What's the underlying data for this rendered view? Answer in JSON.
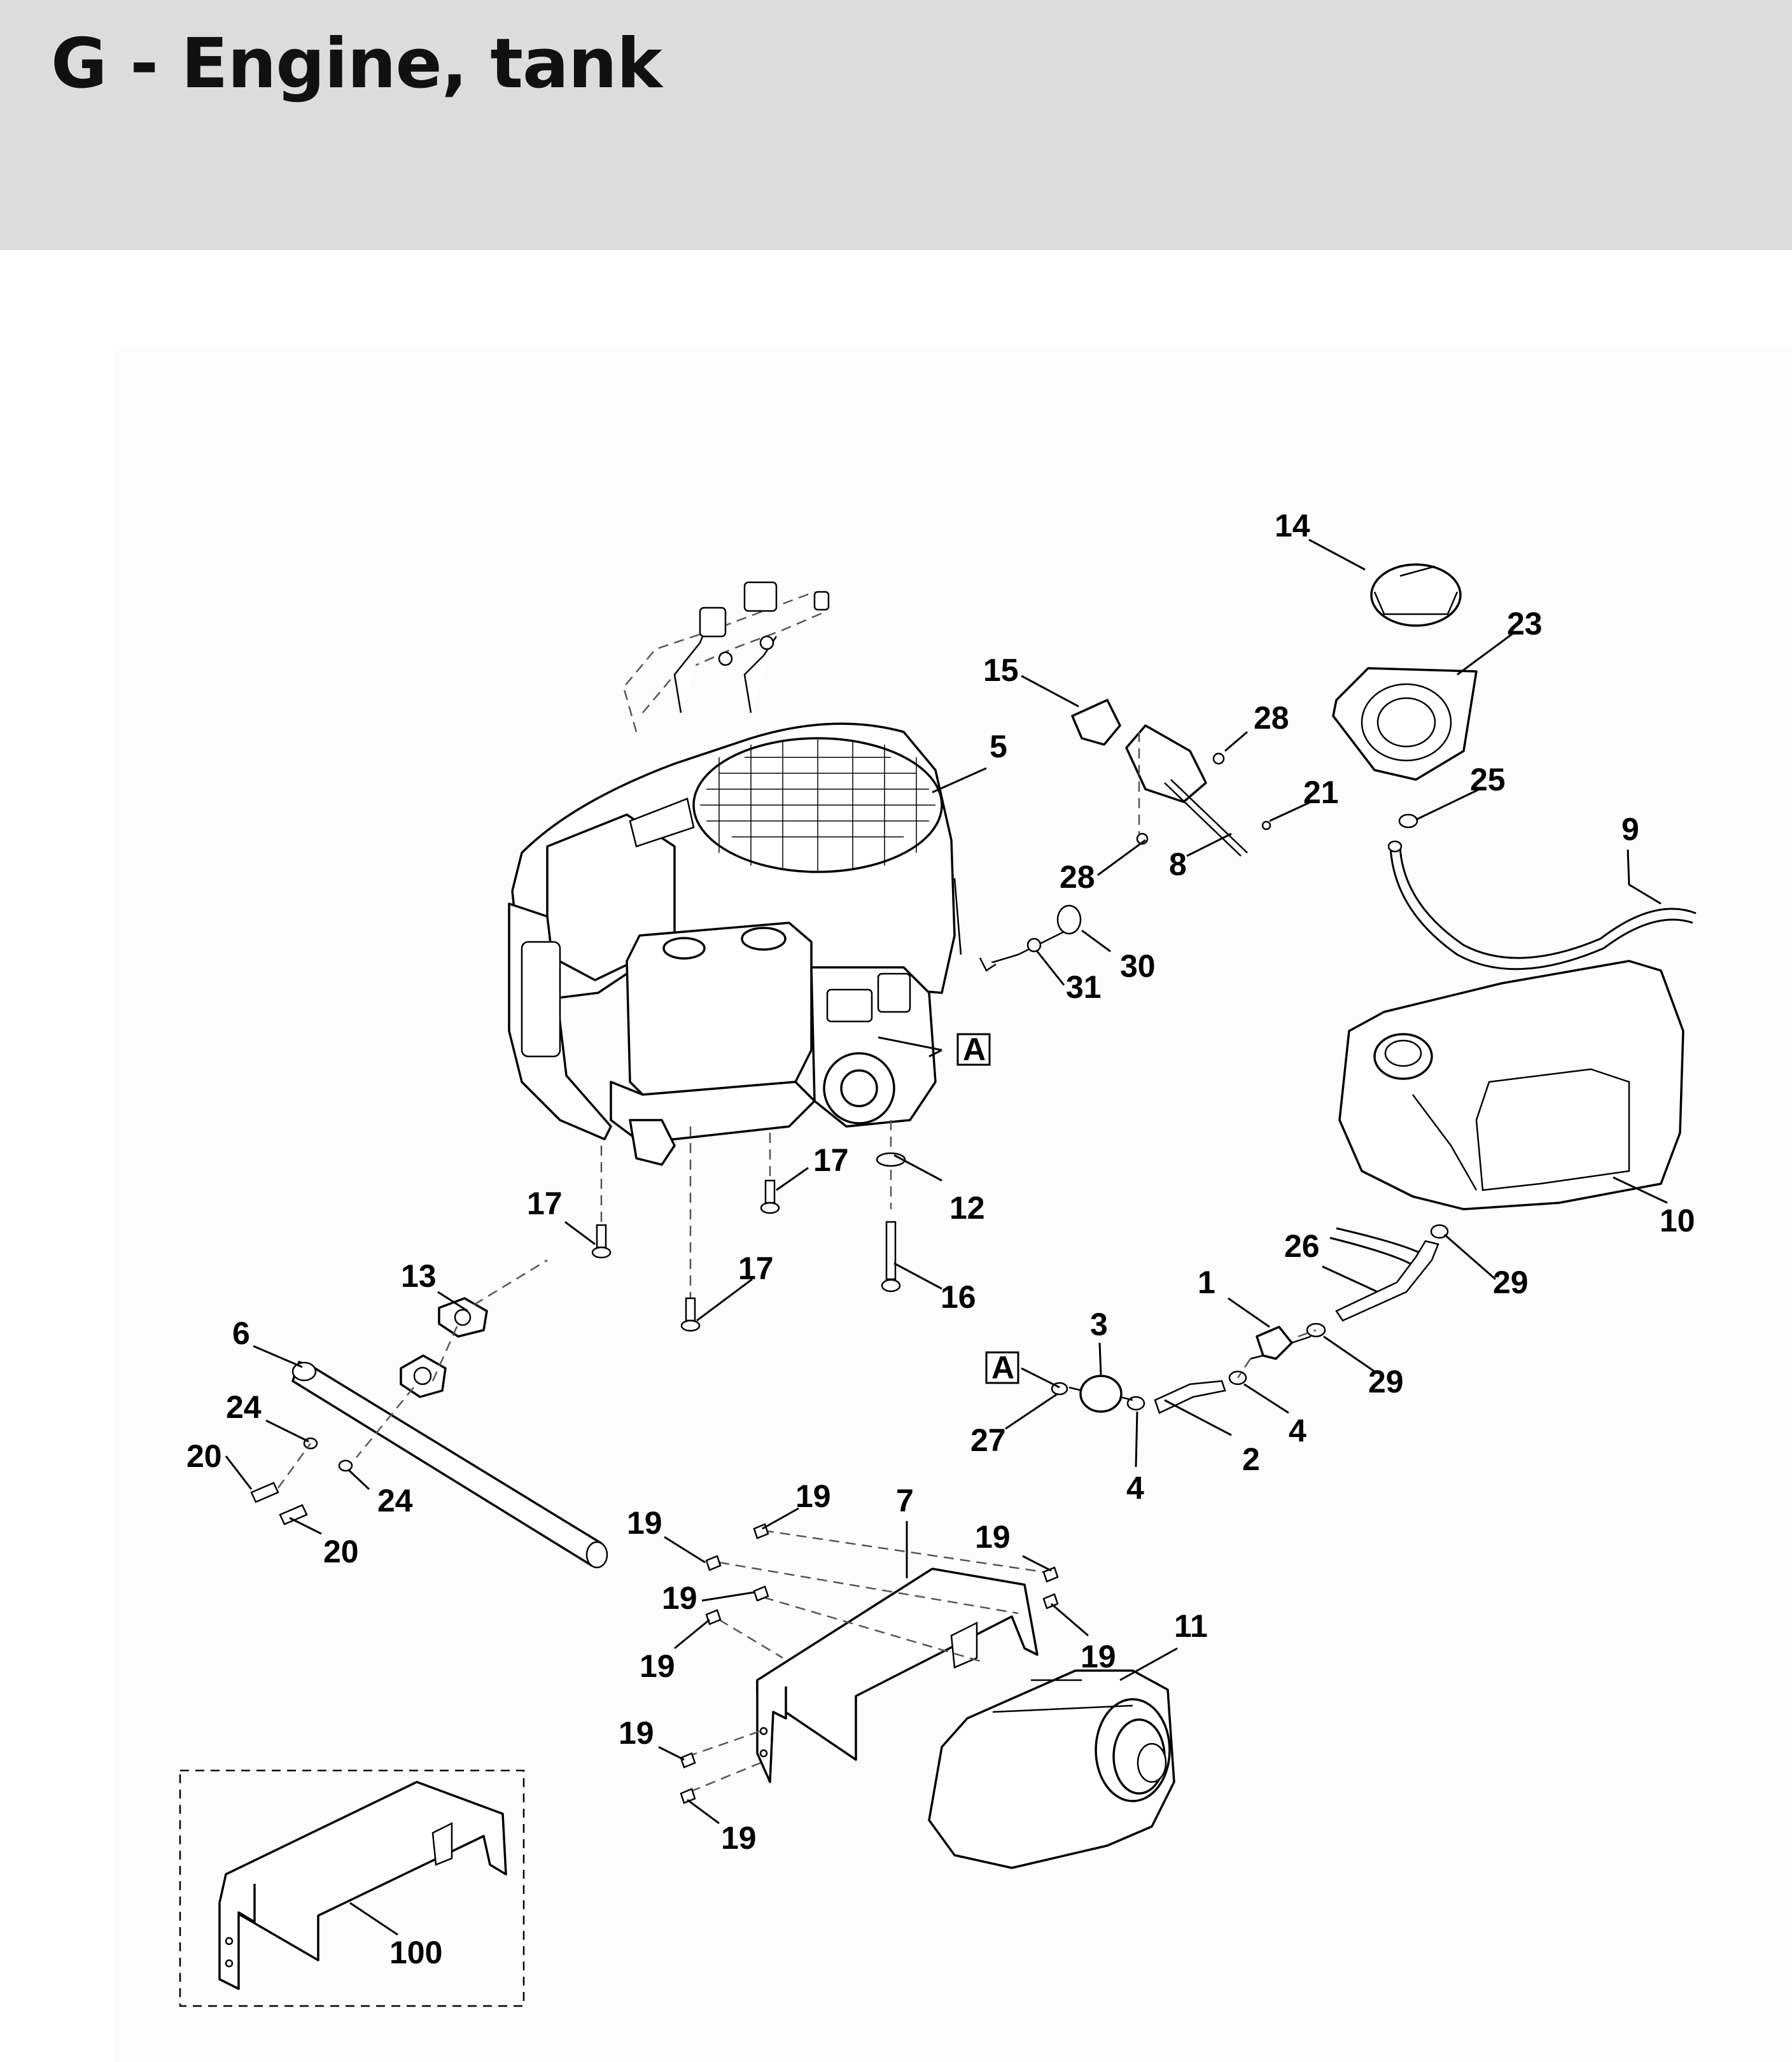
{
  "title": "G - Engine, tank",
  "callouts": [
    {
      "id": "c-14",
      "text": "14"
    },
    {
      "id": "c-23",
      "text": "23"
    },
    {
      "id": "c-15",
      "text": "15"
    },
    {
      "id": "c-28a",
      "text": "28"
    },
    {
      "id": "c-5",
      "text": "5"
    },
    {
      "id": "c-21",
      "text": "21"
    },
    {
      "id": "c-25",
      "text": "25"
    },
    {
      "id": "c-9",
      "text": "9"
    },
    {
      "id": "c-28b",
      "text": "28"
    },
    {
      "id": "c-8",
      "text": "8"
    },
    {
      "id": "c-30",
      "text": "30"
    },
    {
      "id": "c-31",
      "text": "31"
    },
    {
      "id": "c-17a",
      "text": "17"
    },
    {
      "id": "c-12",
      "text": "12"
    },
    {
      "id": "c-17b",
      "text": "17"
    },
    {
      "id": "c-10",
      "text": "10"
    },
    {
      "id": "c-26",
      "text": "26"
    },
    {
      "id": "c-29a",
      "text": "29"
    },
    {
      "id": "c-13",
      "text": "13"
    },
    {
      "id": "c-17c",
      "text": "17"
    },
    {
      "id": "c-16",
      "text": "16"
    },
    {
      "id": "c-1",
      "text": "1"
    },
    {
      "id": "c-6",
      "text": "6"
    },
    {
      "id": "c-3",
      "text": "3"
    },
    {
      "id": "c-29b",
      "text": "29"
    },
    {
      "id": "c-24a",
      "text": "24"
    },
    {
      "id": "c-27",
      "text": "27"
    },
    {
      "id": "c-4a",
      "text": "4"
    },
    {
      "id": "c-20a",
      "text": "20"
    },
    {
      "id": "c-24b",
      "text": "24"
    },
    {
      "id": "c-2",
      "text": "2"
    },
    {
      "id": "c-4b",
      "text": "4"
    },
    {
      "id": "c-19a",
      "text": "19"
    },
    {
      "id": "c-7",
      "text": "7"
    },
    {
      "id": "c-19b",
      "text": "19"
    },
    {
      "id": "c-20b",
      "text": "20"
    },
    {
      "id": "c-19c",
      "text": "19"
    },
    {
      "id": "c-19d",
      "text": "19"
    },
    {
      "id": "c-19e",
      "text": "19"
    },
    {
      "id": "c-11",
      "text": "11"
    },
    {
      "id": "c-19f",
      "text": "19"
    },
    {
      "id": "c-19g",
      "text": "19"
    },
    {
      "id": "c-19h",
      "text": "19"
    },
    {
      "id": "c-100",
      "text": "100"
    }
  ],
  "ref_markers": [
    {
      "id": "ref-a1",
      "text": "A"
    },
    {
      "id": "ref-a2",
      "text": "A"
    }
  ]
}
